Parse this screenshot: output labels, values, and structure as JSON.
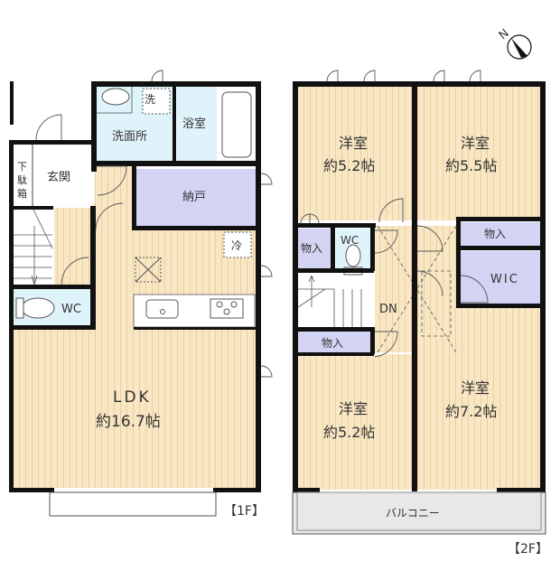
{
  "compass": {
    "label": "N"
  },
  "floor1": {
    "tag": "【1F】",
    "rooms": {
      "washroom": "洗面所",
      "washer": "洗",
      "bathroom": "浴室",
      "entrance": "玄関",
      "shoe_box": [
        "下",
        "駄",
        "箱"
      ],
      "storage": "納戸",
      "fridge": "冷",
      "wc": "WC",
      "ldk_name": "LDK",
      "ldk_size": "約16.7帖"
    }
  },
  "floor2": {
    "tag": "【2F】",
    "rooms": {
      "room_nw_name": "洋室",
      "room_nw_size": "約5.2帖",
      "room_ne_name": "洋室",
      "room_ne_size": "約5.5帖",
      "room_sw_name": "洋室",
      "room_sw_size": "約5.2帖",
      "room_se_name": "洋室",
      "room_se_size": "約7.2帖",
      "closet_a": "物入",
      "closet_b": "物入",
      "closet_c": "物入",
      "wc": "WC",
      "wic": "WIC",
      "stairs_down": "DN",
      "balcony": "バルコニー"
    }
  },
  "colors": {
    "wall": "#111111",
    "floor_wood": "#f9e7c4",
    "floor_stripe": "#e8d2a8",
    "wet_area": "#dff3fa",
    "storage": "#d3d3f4",
    "balcony": "#e8e8e8"
  }
}
